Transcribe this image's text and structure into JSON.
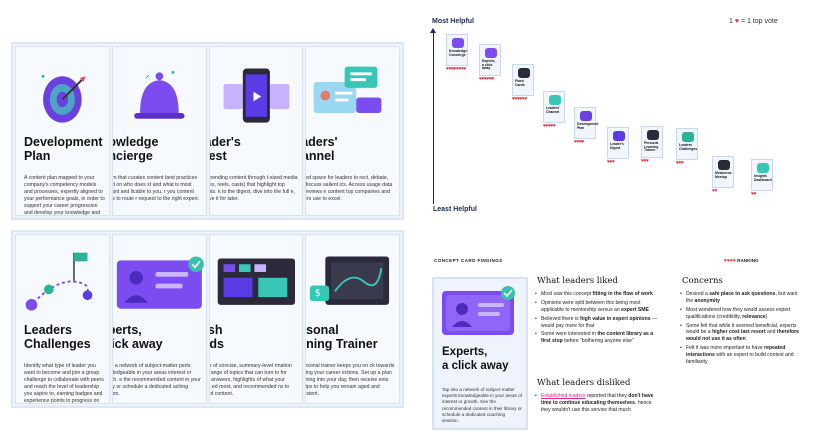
{
  "top_cards": [
    {
      "title": "Development\nPlan",
      "desc": "A content plan mapped to your company's competency models and processes, expertly aligned to your performance goals, in order to support your career progression and develop your knowledge and skills.",
      "icon": "target-icon",
      "color": "#6b3fe0"
    },
    {
      "title": "nowledge\noncierge",
      "desc": "latform that curates content best practices based on who does st and what is most relevant and licable to you.\n\nr you content needs to route r request to the right expert.",
      "icon": "bell-icon",
      "color": "#7b4df0"
    },
    {
      "title": "eader's\nigest",
      "desc": "over trending content through t-sized media (stories, reels, casts) that highlight top insights.\n\nk to the digest, dive into the full e, or save it for later.",
      "icon": "phone-icon",
      "color": "#5a3be6"
    },
    {
      "title": "eaders'\nhannel",
      "desc": "dicated space for leaders to rect, debate, and discuss salient ics. Access usage data and reviews e content top companies and leaders use to excel.",
      "icon": "chat-icon",
      "color": "#38c7b7"
    }
  ],
  "bottom_cards": [
    {
      "title": "Leaders\nChallenges",
      "desc": "Identify what type of leader you want to become and join a group challenge to collaborate with peers and reach the level of leadership you aspire to, earning badges and experience points to progress on your journey.",
      "icon": "flag-icon",
      "color": "#2bb39a"
    },
    {
      "title": "xperts,\n click away",
      "desc": "o into a network of subject-matter perts knowledgeable in your areas interest or growth.\ne the recommended content in your library or schedule a dedicated aching session.",
      "icon": "profile-card-icon",
      "color": "#7b4df0"
    },
    {
      "title": "lash\nards",
      "desc": "t bank of concise, summary-level rmation on a range of topics that can turn to for quick answers, highlights of what your peers ed most, and recommended ns to related content.",
      "icon": "flash-cards-icon",
      "color": "#2a2a3a"
    },
    {
      "title": "ersonal\narning Trainer",
      "desc": "al personal trainer keeps you on ck towards meeting your career ections. Set up a plan to fit ning into your day, then receive ents and tips to help you remain aged and consistent.",
      "icon": "trainer-icon",
      "color": "#2a2a3a"
    }
  ],
  "chart": {
    "top_label": "Most Helpful",
    "bottom_label": "Least Helpful",
    "legend_prefix": "1",
    "legend_heart": "♥",
    "legend_suffix": "= 1 top vote",
    "items": [
      {
        "name": "Knowledge\nConcierge",
        "votes": 8,
        "color": "#7b4df0"
      },
      {
        "name": "Experts,\na click away",
        "votes": 6,
        "color": "#7b4df0"
      },
      {
        "name": "Flash\nCards",
        "votes": 6,
        "color": "#2a2a3a"
      },
      {
        "name": "Leaders'\nChannel",
        "votes": 5,
        "color": "#38c7b7"
      },
      {
        "name": "Development\nPlan",
        "votes": 4,
        "color": "#6b3fe0"
      },
      {
        "name": "Leader's\nDigest",
        "votes": 3,
        "color": "#5a3be6"
      },
      {
        "name": "Personal\nLearning Trainer",
        "votes": 3,
        "color": "#2a2a3a"
      },
      {
        "name": "Leaders\nChallenges",
        "votes": 3,
        "color": "#2bb39a"
      },
      {
        "name": "Metaverse\nMeetup",
        "votes": 2,
        "color": "#2a2a3a"
      },
      {
        "name": "Insights\nDashboard",
        "votes": 2,
        "color": "#38c7b7"
      }
    ]
  },
  "findings": {
    "header": "CONCEPT CARD FINDINGS",
    "ranking_hearts": "♥♥♥♥",
    "ranking_label": "RANKING",
    "card_title": "Experts,\na click away",
    "card_desc": "Tap into a network of subject-matter experts knowledgeable in your areas of interest or growth.\nSee the recommended content in their library or schedule a dedicated coaching session.",
    "liked_heading": "What leaders liked",
    "disliked_heading": "What leaders disliked",
    "concerns_heading": "Concerns"
  }
}
